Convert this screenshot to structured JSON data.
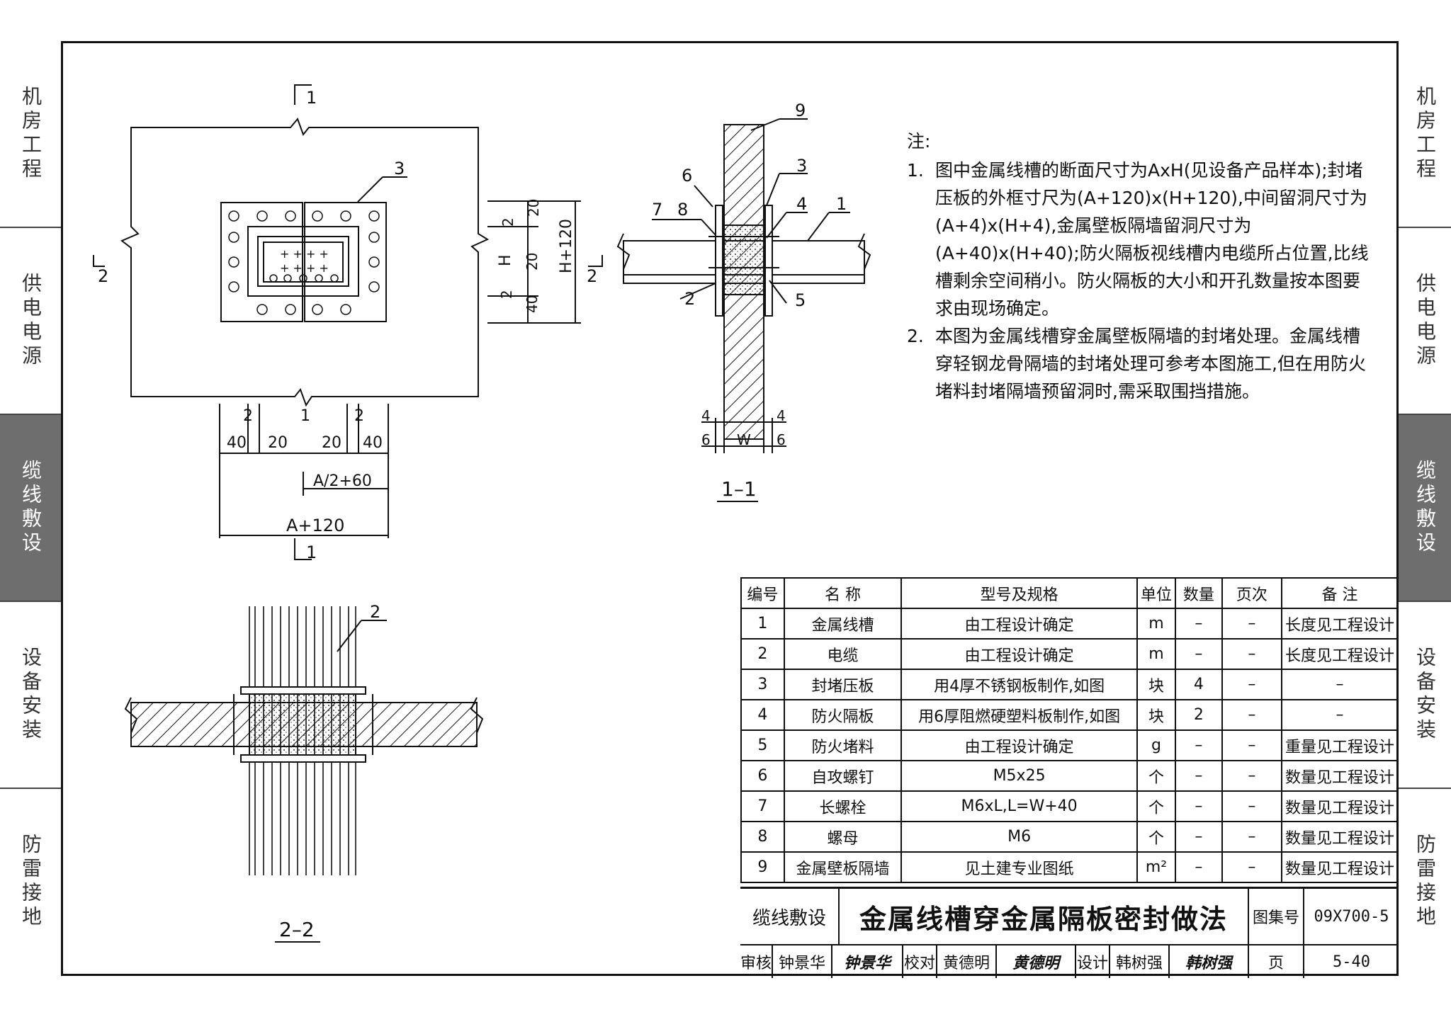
{
  "side_tabs": [
    {
      "label": "机房工程",
      "active": false
    },
    {
      "label": "供电电源",
      "active": false
    },
    {
      "label": "缆线敷设",
      "active": true
    },
    {
      "label": "设备安装",
      "active": false
    },
    {
      "label": "防雷接地",
      "active": false
    }
  ],
  "plan_view": {
    "section_marks": {
      "s1_top": "1",
      "s1_bottom": "1",
      "s2_left": "2",
      "s2_right": "2"
    },
    "callout": "3",
    "dims_right": {
      "d2a": "2",
      "d20a": "20",
      "dH": "H",
      "d20b": "20",
      "d2b": "2",
      "d40": "40",
      "total": "H+120"
    },
    "dims_bottom": {
      "d2a": "2",
      "d1": "1",
      "d2b": "2",
      "d40a": "40",
      "d20a": "20",
      "d20b": "20",
      "d40b": "40",
      "half": "A/2+60",
      "total": "A+120"
    }
  },
  "section_1_1": {
    "title": "1–1",
    "callouts": {
      "c9": "9",
      "c6": "6",
      "c3": "3",
      "c7": "7",
      "c8": "8",
      "c4": "4",
      "c1": "1",
      "c2": "2",
      "c5": "5"
    },
    "dims": {
      "d4a": "4",
      "d4b": "4",
      "d6a": "6",
      "dW": "W",
      "d6b": "6"
    }
  },
  "section_2_2": {
    "title": "2–2",
    "callout": "2"
  },
  "notes": {
    "heading": "注:",
    "items": [
      {
        "num": "1.",
        "text": "图中金属线槽的断面尺寸为AxH(见设备产品样本);封堵压板的外框寸尺为(A+120)x(H+120),中间留洞尺寸为(A+4)x(H+4),金属壁板隔墙留洞尺寸为(A+40)x(H+40);防火隔板视线槽内电缆所占位置,比线槽剩余空间稍小。防火隔板的大小和开孔数量按本图要求由现场确定。"
      },
      {
        "num": "2.",
        "text": "本图为金属线槽穿金属壁板隔墙的封堵处理。金属线槽穿轻钢龙骨隔墙的封堵处理可参考本图施工,但在用防火堵料封堵隔墙预留洞时,需采取围挡措施。"
      }
    ]
  },
  "parts_table": {
    "headers": [
      "编号",
      "名 称",
      "型号及规格",
      "单位",
      "数量",
      "页次",
      "备 注"
    ],
    "rows": [
      [
        "1",
        "金属线槽",
        "由工程设计确定",
        "m",
        "–",
        "–",
        "长度见工程设计"
      ],
      [
        "2",
        "电缆",
        "由工程设计确定",
        "m",
        "–",
        "–",
        "长度见工程设计"
      ],
      [
        "3",
        "封堵压板",
        "用4厚不锈钢板制作,如图",
        "块",
        "4",
        "–",
        "–"
      ],
      [
        "4",
        "防火隔板",
        "用6厚阻燃硬塑料板制作,如图",
        "块",
        "2",
        "–",
        "–"
      ],
      [
        "5",
        "防火堵料",
        "由工程设计确定",
        "g",
        "–",
        "–",
        "重量见工程设计"
      ],
      [
        "6",
        "自攻螺钉",
        "M5x25",
        "个",
        "–",
        "–",
        "数量见工程设计"
      ],
      [
        "7",
        "长螺栓",
        "M6xL,L=W+40",
        "个",
        "–",
        "–",
        "数量见工程设计"
      ],
      [
        "8",
        "螺母",
        "M6",
        "个",
        "–",
        "–",
        "数量见工程设计"
      ],
      [
        "9",
        "金属壁板隔墙",
        "见土建专业图纸",
        "m²",
        "–",
        "–",
        "数量见工程设计"
      ]
    ]
  },
  "title_block": {
    "category": "缆线敷设",
    "title": "金属线槽穿金属隔板密封做法",
    "atlas_label": "图集号",
    "atlas_no": "09X700-5",
    "review_label": "审核",
    "reviewer": "钟景华",
    "reviewer_sig": "钟景华",
    "check_label": "校对",
    "checker": "黄德明",
    "checker_sig": "黄德明",
    "design_label": "设计",
    "designer": "韩树强",
    "designer_sig": "韩树强",
    "page_label": "页",
    "page_no": "5-40"
  }
}
